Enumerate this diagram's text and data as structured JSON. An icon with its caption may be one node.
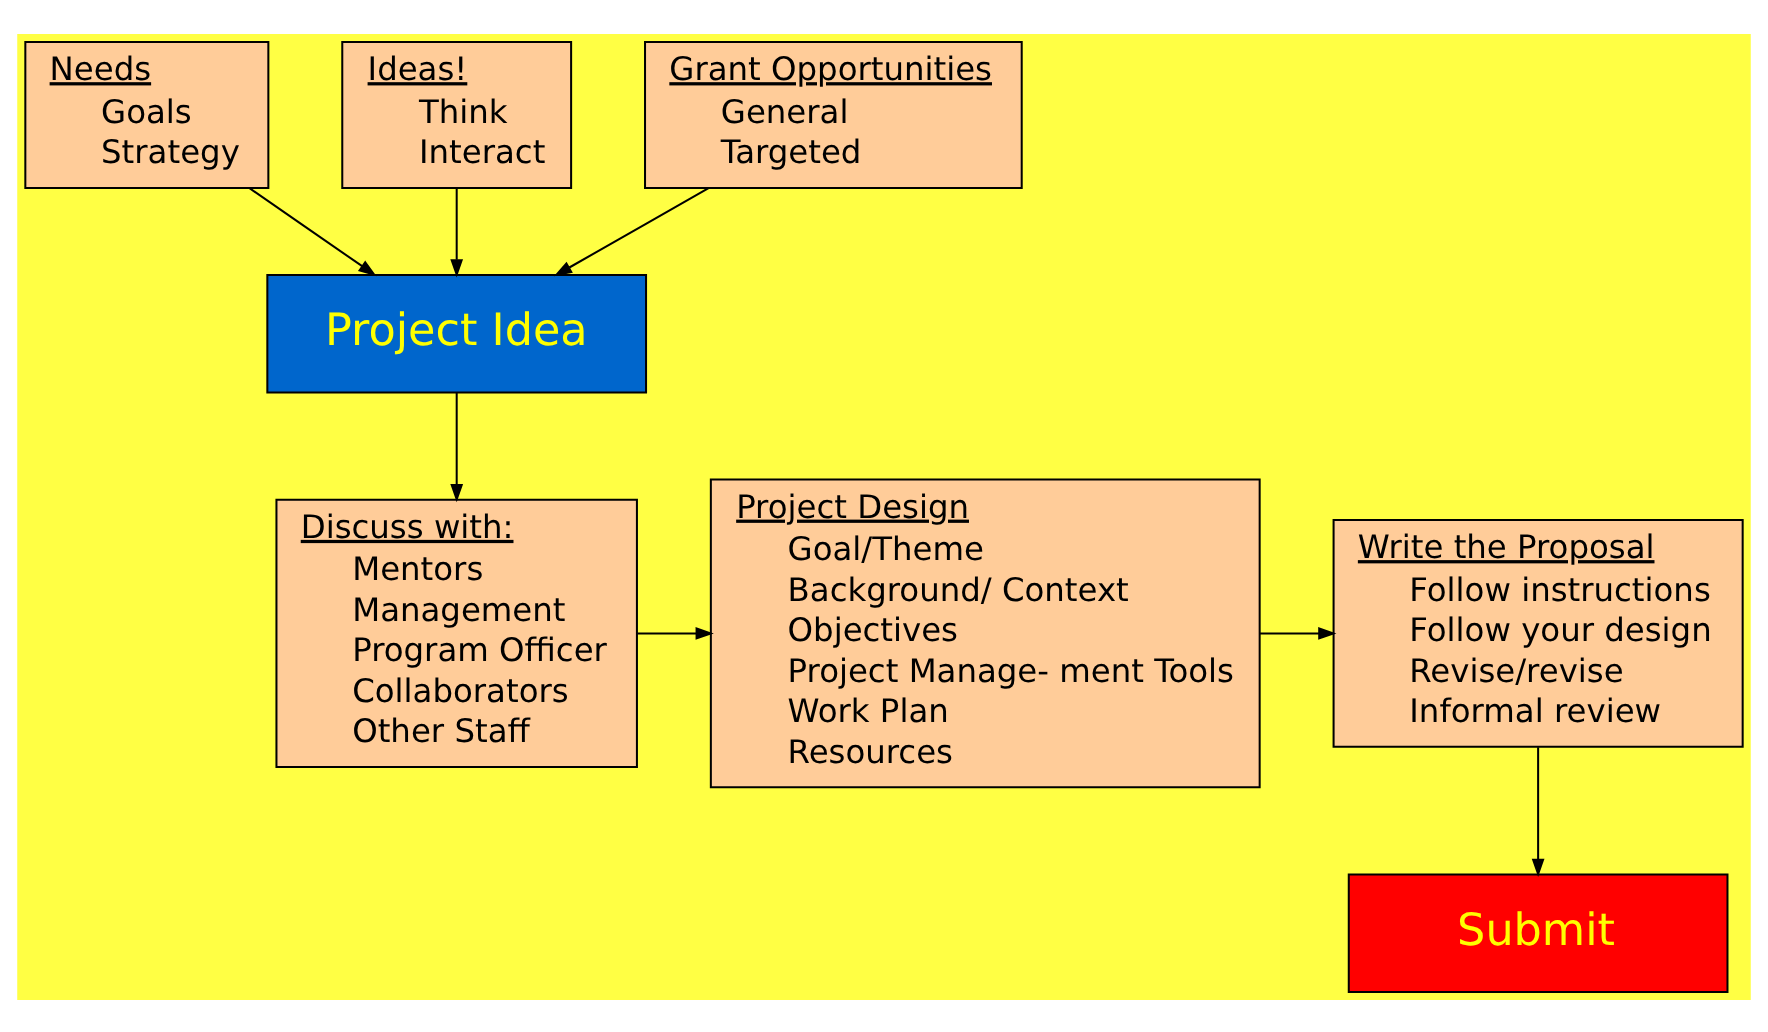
{
  "diagram": {
    "nodes": [
      {
        "text": [
          "Needs",
          "Goals",
          "Strategy"
        ]
      },
      {
        "text": [
          "Ideas!",
          "Think",
          "Interact"
        ]
      },
      {
        "text": [
          "Grant Opportunities",
          "General",
          "Targeted"
        ]
      },
      {
        "text": [
          "Project Idea"
        ]
      },
      {
        "text": [
          "Discuss with:",
          "Mentors",
          "Management",
          "Program Officer",
          "Collaborators",
          "Other Staff"
        ]
      },
      {
        "text": [
          "Project Design",
          "Goal/Theme",
          "Background/ Context",
          "Objectives",
          "Project Manage- ment Tools",
          "Work Plan",
          "Resources"
        ]
      },
      {
        "text": [
          "Write the Proposal",
          "Follow instructions",
          "Follow your design",
          "Revise/revise",
          "Informal review"
        ]
      },
      {
        "text": [
          "Submit"
        ]
      }
    ],
    "edges": [
      {
        "from": 0,
        "to": 3,
        "arrow": "to"
      },
      {
        "from": 1,
        "to": 3,
        "arrow": "to"
      },
      {
        "from": 2,
        "to": 3,
        "arrow": "to"
      },
      {
        "from": 3,
        "to": 4,
        "arrow": "to"
      },
      {
        "from": 4,
        "to": 5,
        "arrow": "to"
      },
      {
        "from": 5,
        "to": 6,
        "arrow": "to"
      },
      {
        "from": 6,
        "to": 7,
        "arrow": "to"
      }
    ]
  }
}
